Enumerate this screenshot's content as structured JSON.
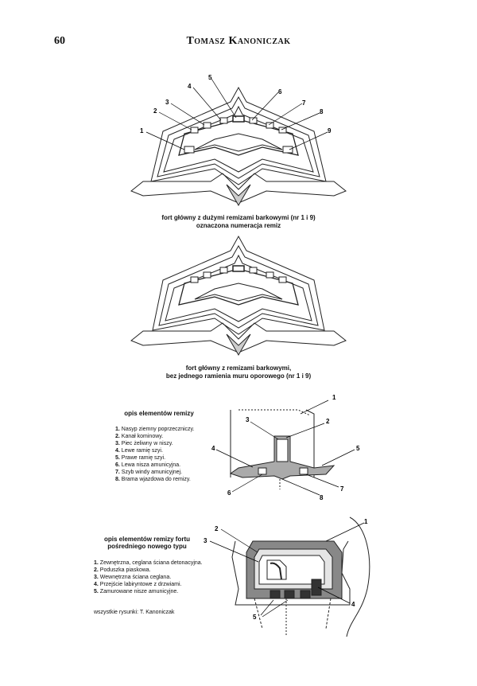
{
  "header": {
    "page_number": "60",
    "author": "Tomasz Kanoniczak"
  },
  "figure1": {
    "caption_line1": "fort główny z dużymi remizami barkowymi (nr 1 i 9)",
    "caption_line2": "oznaczona numeracja remiz",
    "labels": [
      "1",
      "2",
      "3",
      "4",
      "5",
      "6",
      "7",
      "8",
      "9"
    ]
  },
  "figure2": {
    "caption_line1": "fort główny z remizami barkowymi,",
    "caption_line2": "bez jednego ramienia muru oporowego (nr 1 i 9)"
  },
  "figure3": {
    "legend_title": "opis elementów remizy",
    "items": [
      {
        "num": "1.",
        "text": "Nasyp ziemny poprzeczniczy."
      },
      {
        "num": "2.",
        "text": "Kanał kominowy."
      },
      {
        "num": "3.",
        "text": "Piec żeliwny w niszy."
      },
      {
        "num": "4.",
        "text": "Lewe ramię szyi."
      },
      {
        "num": "5.",
        "text": "Prawe ramię szyi."
      },
      {
        "num": "6.",
        "text": "Lewa nisza amunicyjna."
      },
      {
        "num": "7.",
        "text": "Szyb windy amunicyjnej."
      },
      {
        "num": "8.",
        "text": "Brama wjazdowa do remizy."
      }
    ],
    "labels": [
      "1",
      "2",
      "3",
      "4",
      "5",
      "6",
      "7",
      "8"
    ]
  },
  "figure4": {
    "legend_title_line1": "opis elementów remizy fortu",
    "legend_title_line2": "pośredniego nowego typu",
    "items": [
      {
        "num": "1.",
        "text": "Zewnętrzna, ceglana ściana detonacyjna."
      },
      {
        "num": "2.",
        "text": "Poduszka piaskowa."
      },
      {
        "num": "3.",
        "text": "Wewnętrzna ściana ceglana."
      },
      {
        "num": "4.",
        "text": "Przejście labiryntowe z drzwiami."
      },
      {
        "num": "5.",
        "text": "Zamurowane nisze amunicyjne."
      }
    ],
    "labels": [
      "1",
      "2",
      "3",
      "4",
      "5"
    ]
  },
  "credit": "wszystkie rysunki: T. Kanoniczak"
}
